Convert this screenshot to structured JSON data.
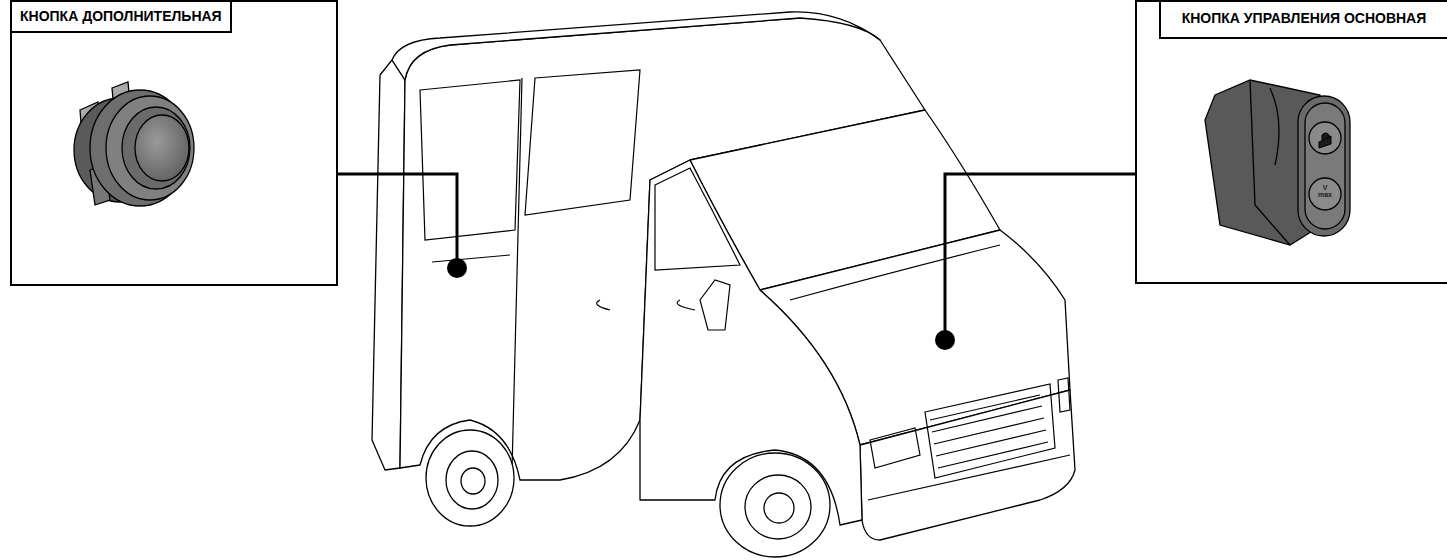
{
  "diagram": {
    "nodes": [
      {
        "text": [
          "КНОПКА ДОПОЛНИТЕЛЬНАЯ"
        ]
      },
      {
        "text": [
          "КНОПКА УПРАВЛЕНИЯ ОСНОВНАЯ"
        ]
      }
    ],
    "labels": [
      "V max"
    ]
  }
}
